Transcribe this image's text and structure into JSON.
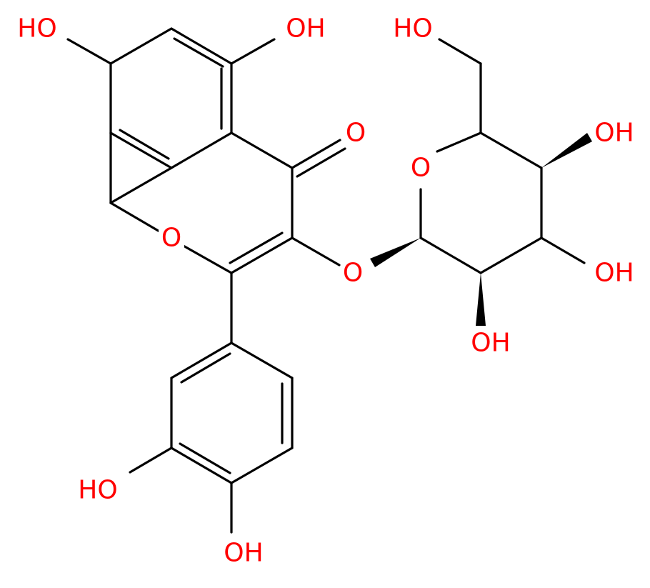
{
  "colors": {
    "bond": "#000000",
    "heteroatom": "#ff0000",
    "background": "#ffffff"
  },
  "atom_labels": {
    "oh_c7": "HO",
    "oh_c5": "OH",
    "o_carbonyl": "O",
    "o_ring_chromone": "O",
    "o_glycosidic": "O",
    "o_sugar_ring": "O",
    "oh_ch2": "HO",
    "oh_c4_sugar": "OH",
    "oh_c3_sugar": "OH",
    "oh_c2_sugar": "OH",
    "oh_c3_prime": "HO",
    "oh_c4_prime": "OH"
  }
}
